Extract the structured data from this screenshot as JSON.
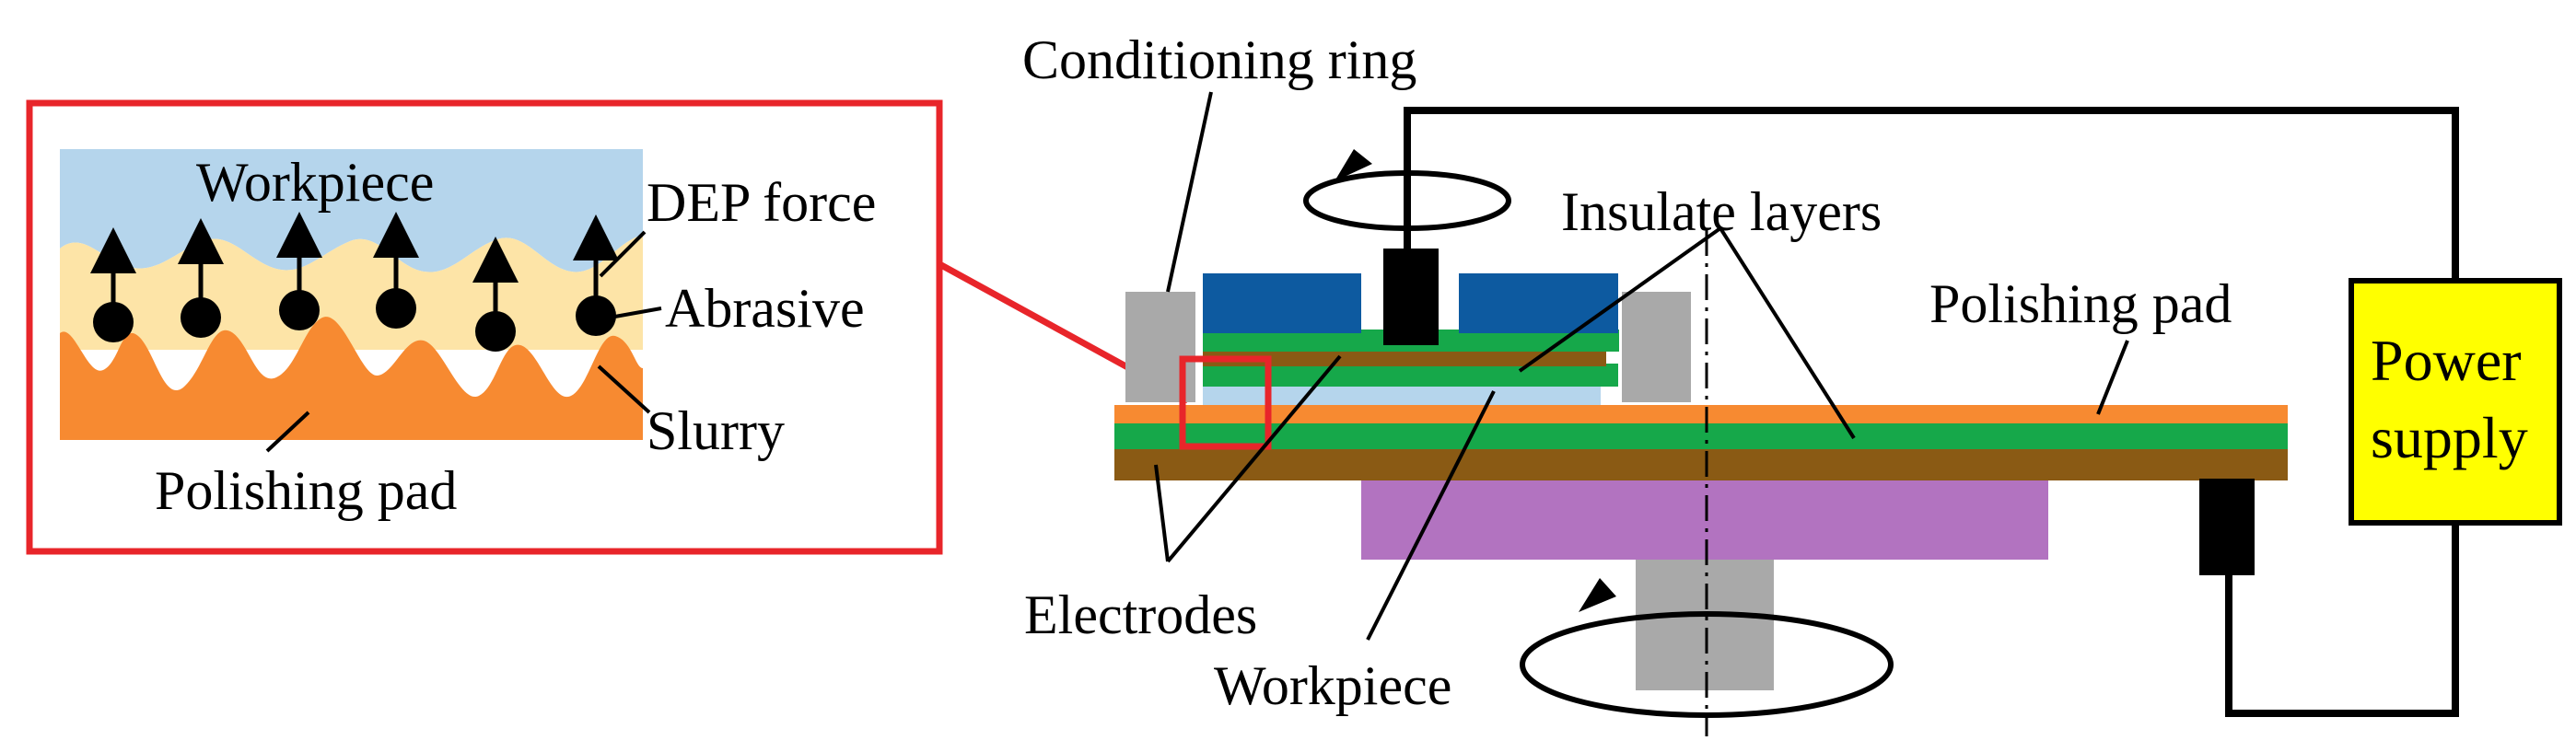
{
  "labels": {
    "conditioning_ring": "Conditioning ring",
    "insulate_layers": "Insulate layers",
    "polishing_pad_main": "Polishing pad",
    "electrodes": "Electrodes",
    "workpiece_main": "Workpiece",
    "power_supply_line1": "Power",
    "power_supply_line2": "supply"
  },
  "inset": {
    "workpiece": "Workpiece",
    "dep_force": "DEP force",
    "abrasive": "Abrasive",
    "slurry": "Slurry",
    "polishing_pad": "Polishing pad"
  },
  "colors": {
    "inset_frame": "#e8252a",
    "workpiece_blue": "#b5d5ec",
    "slurry_yellow": "#fde4a7",
    "pad_orange": "#f78a31",
    "electrode_brown": "#8a5a14",
    "insulate_green": "#16a84a",
    "holder_navy": "#0d5aa0",
    "shaft_gray": "#a9a9a9",
    "platen_purple": "#b273c0",
    "power_yellow": "#ffff00"
  }
}
